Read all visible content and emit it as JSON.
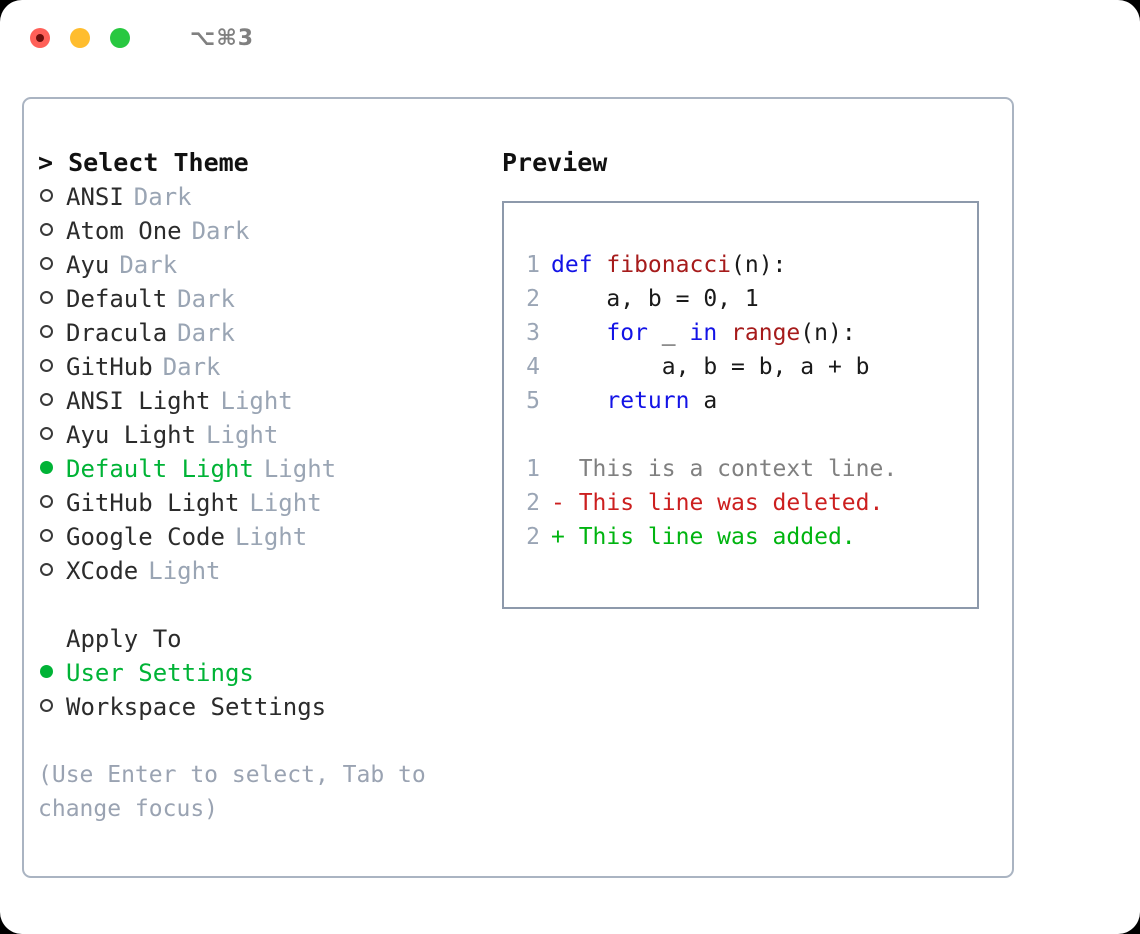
{
  "titlebar": {
    "shortcut": "⌥⌘3",
    "buttons": [
      {
        "name": "close",
        "color": "#ff6058"
      },
      {
        "name": "minimize",
        "color": "#ffbd2e"
      },
      {
        "name": "maximize",
        "color": "#28c840"
      }
    ]
  },
  "accent_green": "#00b336",
  "theme_picker": {
    "header": "> Select Theme",
    "items": [
      {
        "name": "ANSI",
        "category": "Dark",
        "selected": false
      },
      {
        "name": "Atom One",
        "category": "Dark",
        "selected": false
      },
      {
        "name": "Ayu",
        "category": "Dark",
        "selected": false
      },
      {
        "name": "Default",
        "category": "Dark",
        "selected": false
      },
      {
        "name": "Dracula",
        "category": "Dark",
        "selected": false
      },
      {
        "name": "GitHub",
        "category": "Dark",
        "selected": false
      },
      {
        "name": "ANSI Light",
        "category": "Light",
        "selected": false
      },
      {
        "name": "Ayu Light",
        "category": "Light",
        "selected": false
      },
      {
        "name": "Default Light",
        "category": "Light",
        "selected": true
      },
      {
        "name": "GitHub Light",
        "category": "Light",
        "selected": false
      },
      {
        "name": "Google Code",
        "category": "Light",
        "selected": false
      },
      {
        "name": "XCode",
        "category": "Light",
        "selected": false
      }
    ]
  },
  "apply_to": {
    "label": "Apply To",
    "options": [
      {
        "name": "User Settings",
        "selected": true
      },
      {
        "name": "Workspace Settings",
        "selected": false
      }
    ]
  },
  "hint": "(Use Enter to select, Tab to change focus)",
  "preview": {
    "title": "Preview",
    "code_lines": [
      {
        "no": "1",
        "tokens": [
          {
            "t": "def ",
            "c": "kw"
          },
          {
            "t": "fibonacci",
            "c": "fn"
          },
          {
            "t": "(n):",
            "c": "txt"
          }
        ]
      },
      {
        "no": "2",
        "tokens": [
          {
            "t": "    a, b = 0, 1",
            "c": "txt"
          }
        ]
      },
      {
        "no": "3",
        "tokens": [
          {
            "t": "    ",
            "c": "txt"
          },
          {
            "t": "for",
            "c": "kw"
          },
          {
            "t": " _ ",
            "c": "txt"
          },
          {
            "t": "in",
            "c": "kw"
          },
          {
            "t": " ",
            "c": "txt"
          },
          {
            "t": "range",
            "c": "fn"
          },
          {
            "t": "(n):",
            "c": "txt"
          }
        ]
      },
      {
        "no": "4",
        "tokens": [
          {
            "t": "        a, b = b, a + b",
            "c": "txt"
          }
        ]
      },
      {
        "no": "5",
        "tokens": [
          {
            "t": "    ",
            "c": "txt"
          },
          {
            "t": "return",
            "c": "kw"
          },
          {
            "t": " a",
            "c": "txt"
          }
        ]
      }
    ],
    "diff_lines": [
      {
        "no": "1",
        "marker": " ",
        "text": "  This is a context line.",
        "kind": "context"
      },
      {
        "no": "2",
        "marker": "-",
        "text": "- This line was deleted.",
        "kind": "deleted"
      },
      {
        "no": "2",
        "marker": "+",
        "text": "+ This line was added.",
        "kind": "added"
      }
    ]
  }
}
